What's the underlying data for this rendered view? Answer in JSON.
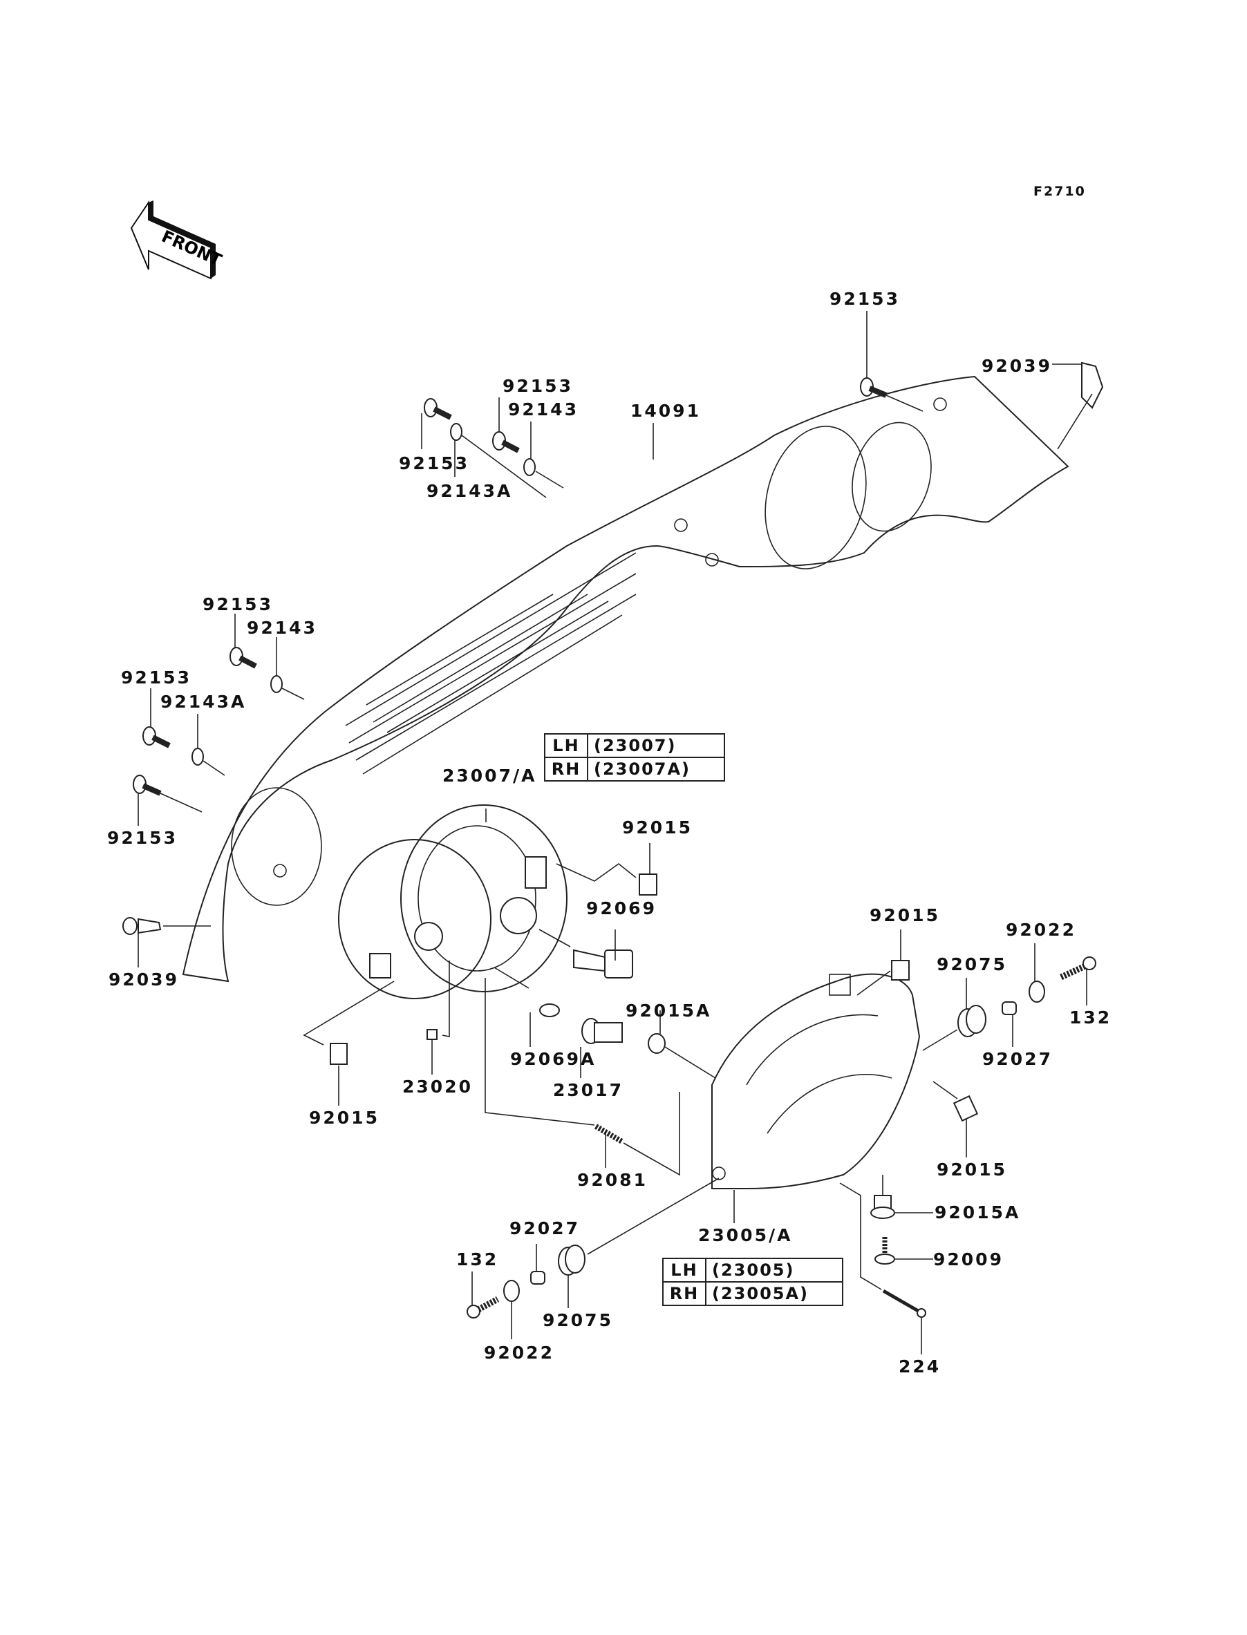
{
  "figure_id": "F2710",
  "front_arrow": {
    "label": "FRONT",
    "icon": "front-direction-arrow-icon"
  },
  "labels": [
    {
      "id": "l-92153-top-right",
      "text": "92153"
    },
    {
      "id": "l-92039-top",
      "text": "92039"
    },
    {
      "id": "l-92153-a",
      "text": "92153"
    },
    {
      "id": "l-92143-a",
      "text": "92143"
    },
    {
      "id": "l-14091",
      "text": "14091"
    },
    {
      "id": "l-92153-b",
      "text": "92153"
    },
    {
      "id": "l-92143A-a",
      "text": "92143A"
    },
    {
      "id": "l-92153-c",
      "text": "92153"
    },
    {
      "id": "l-92143-b",
      "text": "92143"
    },
    {
      "id": "l-92153-d",
      "text": "92153"
    },
    {
      "id": "l-92143A-b",
      "text": "92143A"
    },
    {
      "id": "l-92153-e",
      "text": "92153"
    },
    {
      "id": "l-92039-bottom",
      "text": "92039"
    },
    {
      "id": "l-23007A",
      "text": "23007/A"
    },
    {
      "id": "l-92015-a",
      "text": "92015"
    },
    {
      "id": "l-92069",
      "text": "92069"
    },
    {
      "id": "l-92069A",
      "text": "92069A"
    },
    {
      "id": "l-92015A-a",
      "text": "92015A"
    },
    {
      "id": "l-23017",
      "text": "23017"
    },
    {
      "id": "l-23020",
      "text": "23020"
    },
    {
      "id": "l-92015-b",
      "text": "92015"
    },
    {
      "id": "l-92081",
      "text": "92081"
    },
    {
      "id": "l-92015-c",
      "text": "92015"
    },
    {
      "id": "l-92022-a",
      "text": "92022"
    },
    {
      "id": "l-92075-a",
      "text": "92075"
    },
    {
      "id": "l-132-a",
      "text": "132"
    },
    {
      "id": "l-92027-a",
      "text": "92027"
    },
    {
      "id": "l-92015-d",
      "text": "92015"
    },
    {
      "id": "l-92015A-b",
      "text": "92015A"
    },
    {
      "id": "l-92009",
      "text": "92009"
    },
    {
      "id": "l-23005A",
      "text": "23005/A"
    },
    {
      "id": "l-224",
      "text": "224"
    },
    {
      "id": "l-92027-b",
      "text": "92027"
    },
    {
      "id": "l-132-b",
      "text": "132"
    },
    {
      "id": "l-92075-b",
      "text": "92075"
    },
    {
      "id": "l-92022-b",
      "text": "92022"
    }
  ],
  "side_tables": [
    {
      "rows": [
        {
          "side": "LH",
          "code": "(23007)"
        },
        {
          "side": "RH",
          "code": "(23007A)"
        }
      ]
    },
    {
      "rows": [
        {
          "side": "LH",
          "code": "(23005)"
        },
        {
          "side": "RH",
          "code": "(23005A)"
        }
      ]
    }
  ]
}
